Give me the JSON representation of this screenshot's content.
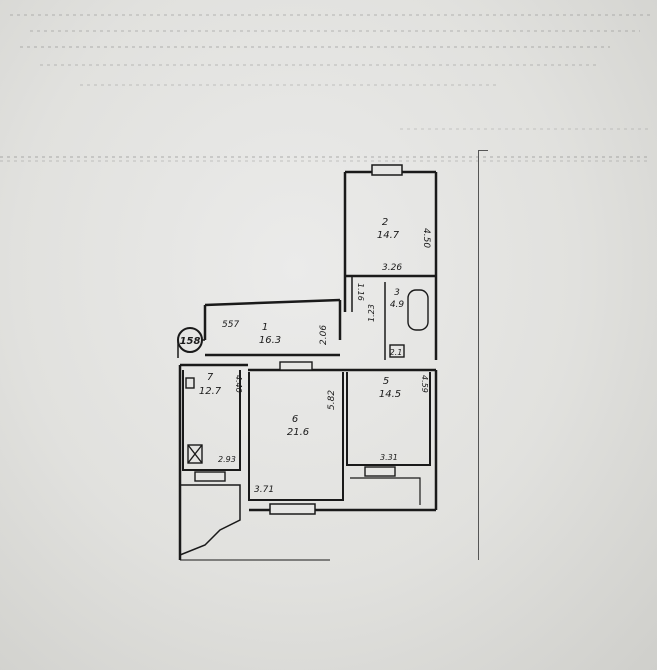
{
  "badge": {
    "text": "158"
  },
  "rooms": [
    {
      "id": "r1",
      "number": "1",
      "area": "16.3"
    },
    {
      "id": "r2",
      "number": "2",
      "area": "14.7"
    },
    {
      "id": "r3",
      "number": "3",
      "area": "4.9"
    },
    {
      "id": "r4",
      "area": "2.1"
    },
    {
      "id": "r5",
      "number": "5",
      "area": "14.5"
    },
    {
      "id": "r6",
      "number": "6",
      "area": "21.6"
    },
    {
      "id": "r7",
      "number": "7",
      "area": "12.7"
    }
  ],
  "dimensions": {
    "d557": "557",
    "d206": "2.06",
    "d450": "4.50",
    "d326": "3.26",
    "d116": "1.16",
    "d123": "1.23",
    "d440": "4.40",
    "d293": "2.93",
    "d582": "5.82",
    "d371": "3.71",
    "d459": "4.59",
    "d331": "3.31"
  },
  "colors": {
    "paper": "#e6e6e4",
    "ink": "#1a1a1a"
  }
}
